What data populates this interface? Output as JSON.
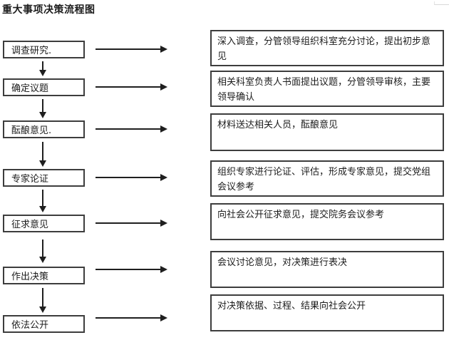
{
  "title": "重大事项决策流程图",
  "flow": {
    "steps": [
      {
        "label": "调查研究.",
        "description": "深入调查，分管领导组织科室充分讨论，提出初步意见"
      },
      {
        "label": "确定议题",
        "description": "相关科室负责人书面提出议题，分管领导审核，主要领导确认"
      },
      {
        "label": "酝酿意见.",
        "description": "材料送达相关人员，酝酿意见"
      },
      {
        "label": "专家论证",
        "description": "组织专家进行论证、评估，形成专家意见，提交党组会议参考"
      },
      {
        "label": "征求意见",
        "description": "向社会公开征求意见，提交院务会议参考"
      },
      {
        "label": "作出决策",
        "description": "会议讨论意见，对决策进行表决"
      },
      {
        "label": "依法公开",
        "description": "对决策依据、过程、结果向社会公开"
      }
    ]
  },
  "colors": {
    "background": "#ffffff",
    "ink": "#1f1f1f",
    "box_border": "#3d3d3d"
  }
}
